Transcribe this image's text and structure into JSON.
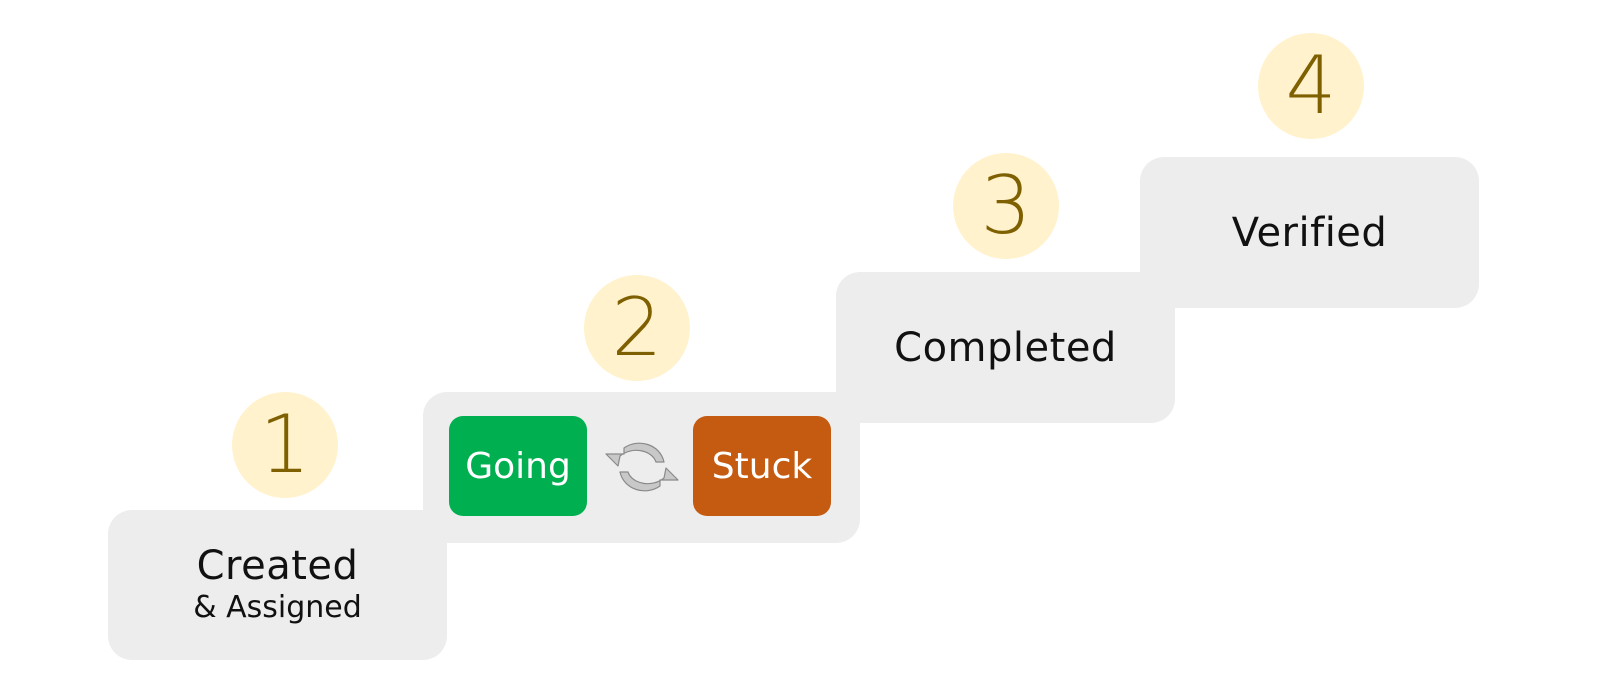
{
  "steps": [
    {
      "number": "1",
      "title": "Created",
      "subtitle": "& Assigned"
    },
    {
      "number": "2",
      "states": [
        "Going",
        "Stuck"
      ]
    },
    {
      "number": "3",
      "title": "Completed"
    },
    {
      "number": "4",
      "title": "Verified"
    }
  ],
  "colors": {
    "box_bg": "#ededed",
    "circle_bg": "#fff2cc",
    "circle_text": "#7f6000",
    "going": "#00b050",
    "stuck": "#c55a11",
    "cycle_icon": "#c8c8c8"
  },
  "icons": {
    "cycle": "refresh-cycle-icon"
  }
}
